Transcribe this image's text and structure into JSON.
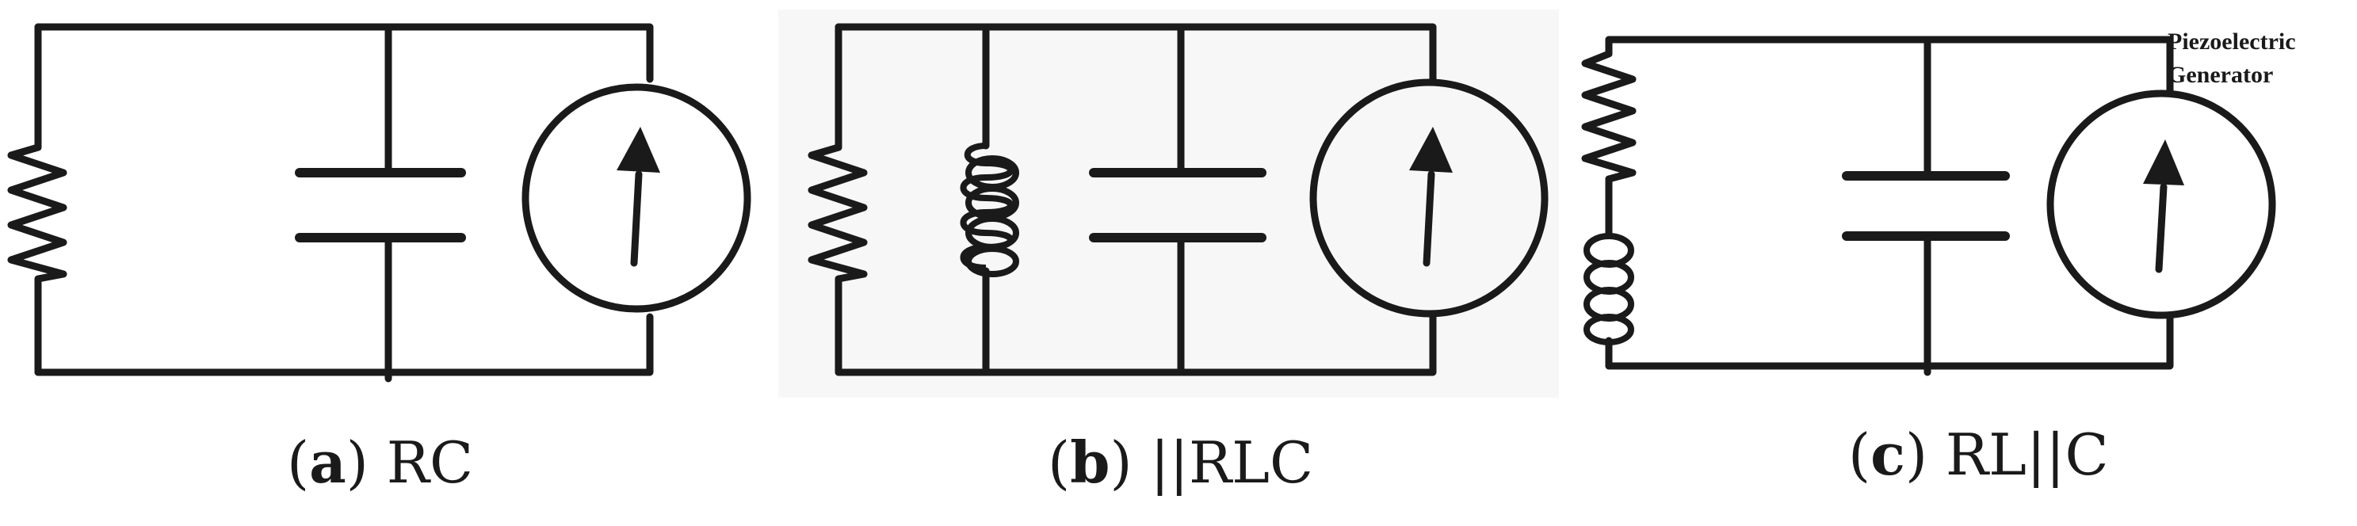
{
  "figure": {
    "panels": [
      {
        "id": "a",
        "label": "a",
        "title": "RC"
      },
      {
        "id": "b",
        "label": "b",
        "title": "||RLC"
      },
      {
        "id": "c",
        "label": "c",
        "title": "RL||C"
      }
    ],
    "annotation": {
      "line1": "Piezoelectric",
      "line2": "Generator"
    }
  }
}
